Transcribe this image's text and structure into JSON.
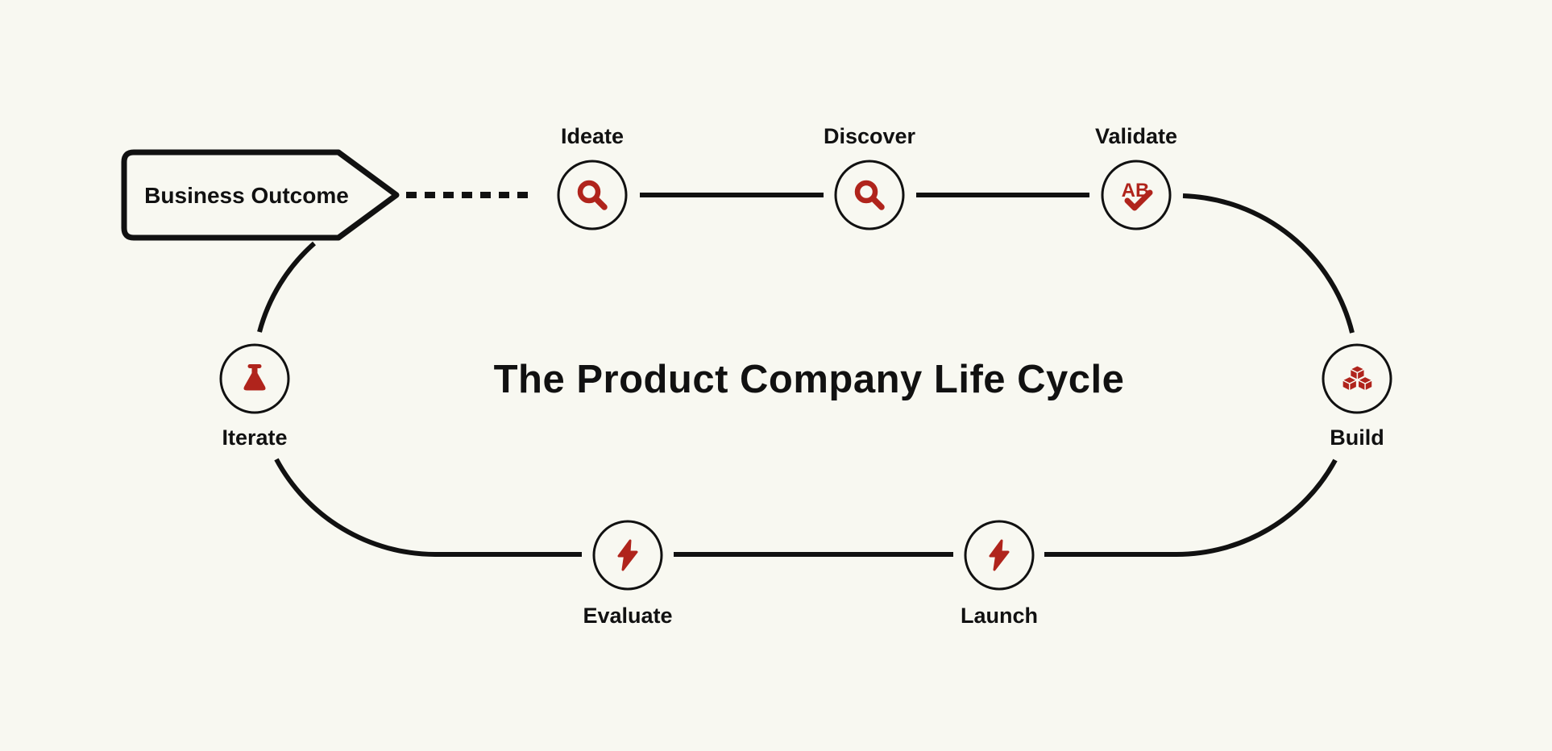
{
  "title": "The Product Company Life Cycle",
  "colors": {
    "background": "#f8f8f1",
    "line": "#111111",
    "accent_red": "#b0241c"
  },
  "start_node": {
    "label": "Business Outcome",
    "connector_style": "dotted"
  },
  "nodes": [
    {
      "label": "Ideate",
      "icon": "magnifier-icon",
      "position": "top"
    },
    {
      "label": "Discover",
      "icon": "magnifier-icon",
      "position": "top"
    },
    {
      "label": "Validate",
      "icon": "ab-test-check-icon",
      "position": "top"
    },
    {
      "label": "Build",
      "icon": "cubes-icon",
      "position": "right"
    },
    {
      "label": "Launch",
      "icon": "lightning-icon",
      "position": "bottom"
    },
    {
      "label": "Evaluate",
      "icon": "lightning-icon",
      "position": "bottom"
    },
    {
      "label": "Iterate",
      "icon": "flask-icon",
      "position": "left"
    }
  ]
}
